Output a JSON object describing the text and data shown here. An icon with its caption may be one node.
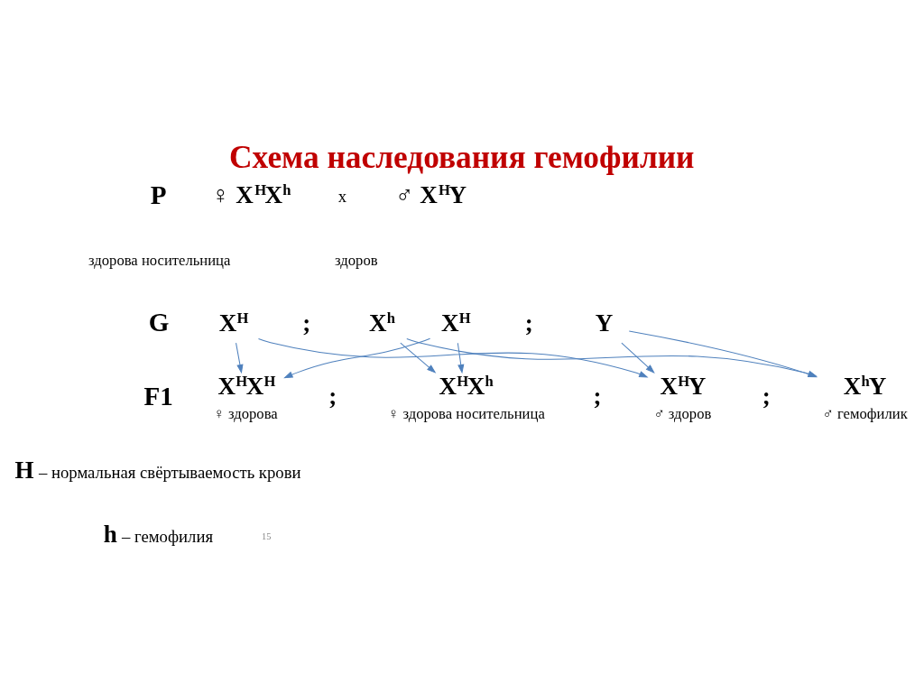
{
  "diagram": {
    "title": "Схема наследования гемофилии",
    "nodes": [
      {
        "text": [
          "X$^{H}$"
        ]
      },
      {
        "text": [
          "X$^{h}$"
        ]
      },
      {
        "text": [
          "X$^{H}$"
        ]
      },
      {
        "text": [
          "Y"
        ]
      },
      {
        "text": [
          "X$^{H}$X$^{H}$"
        ],
        "beside": [
          "♀ здорова"
        ]
      },
      {
        "text": [
          "X$^{H}$X$^{h}$"
        ],
        "beside": [
          "♀ здорова носительница"
        ]
      },
      {
        "text": [
          "X$^{H}$Y"
        ],
        "beside": [
          "♂ здоров"
        ]
      },
      {
        "text": [
          "X$^{h}$Y"
        ],
        "beside": [
          "♂ гемофилик"
        ]
      }
    ],
    "edges": [
      {
        "from": 0,
        "to": 4,
        "arrow": "to"
      },
      {
        "from": 0,
        "to": 6,
        "arrow": "to"
      },
      {
        "from": 1,
        "to": 5,
        "arrow": "to"
      },
      {
        "from": 1,
        "to": 7,
        "arrow": "to"
      },
      {
        "from": 2,
        "to": 4,
        "arrow": "to"
      },
      {
        "from": 2,
        "to": 5,
        "arrow": "to"
      },
      {
        "from": 3,
        "to": 6,
        "arrow": "to"
      },
      {
        "from": 3,
        "to": 7,
        "arrow": "to"
      }
    ],
    "labels": [
      "P",
      "♀ X$^{H}$X$^{h}$",
      "х",
      "♂ X$^{H}$Y",
      "здорова носительница",
      "здоров",
      "G",
      ";",
      ";",
      "F1",
      ";",
      ";",
      ";",
      "**H** – нормальная свёртываемость крови",
      "**h** – гемофилия",
      "15"
    ]
  }
}
